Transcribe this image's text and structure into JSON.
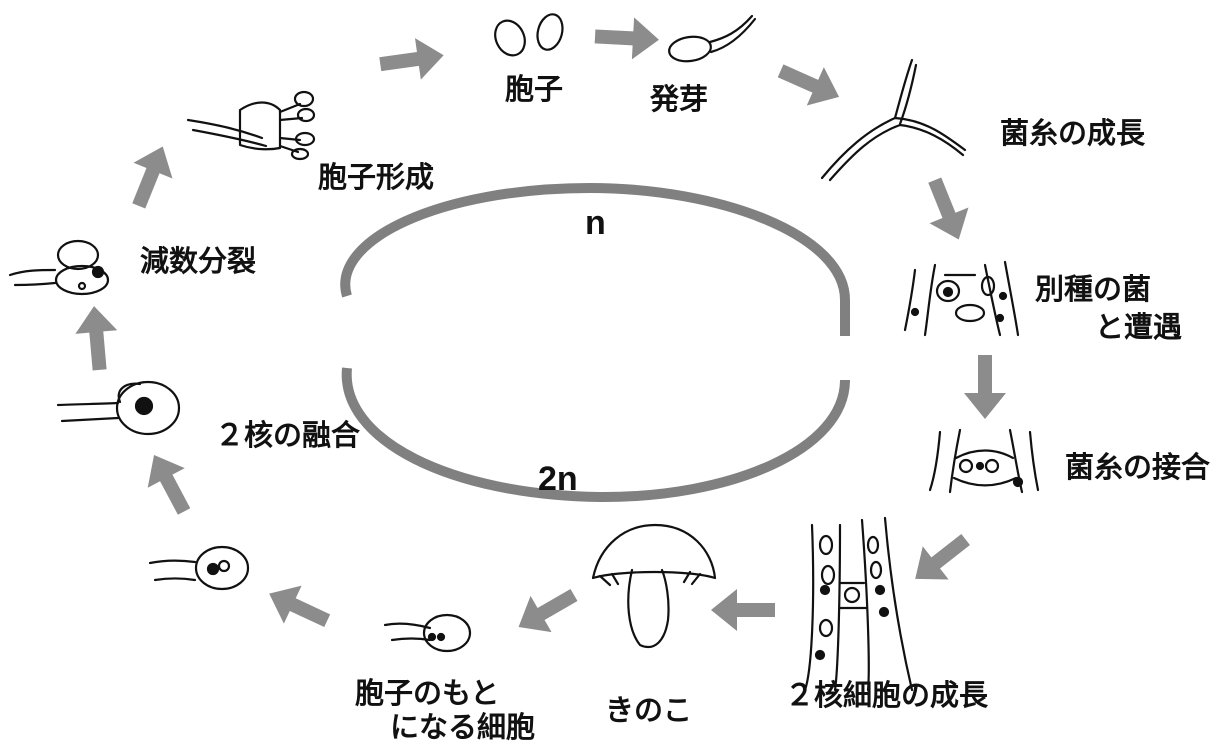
{
  "colors": {
    "arrow": "#8c8c8c",
    "ring": "#808080",
    "ink": "#111111"
  },
  "cycle": {
    "haploid": "n",
    "diploid": "2n"
  },
  "stages": {
    "spore": "胞子",
    "germination": "発芽",
    "hyphal_growth": "菌糸の成長",
    "encounter_line1": "別種の菌",
    "encounter_line2": "と遭遇",
    "hyphal_fusion": "菌糸の接合",
    "dikaryon_growth": "２核細胞の成長",
    "mushroom": "きのこ",
    "spore_precursor_line1": "胞子のもと",
    "spore_precursor_line2": "になる細胞",
    "karyogamy": "２核の融合",
    "meiosis": "減数分裂",
    "sporulation": "胞子形成"
  }
}
